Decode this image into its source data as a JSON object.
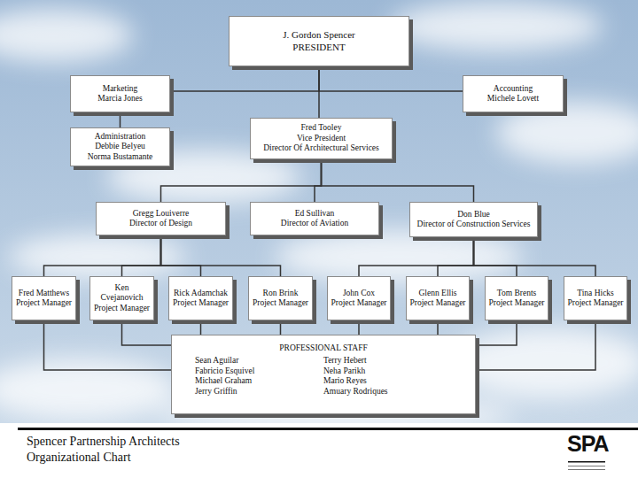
{
  "diagram": {
    "title": "Spencer Partnership Architects Organizational Chart",
    "nodes": [
      {
        "text": [
          "J. Gordon Spencer",
          "PRESIDENT"
        ]
      },
      {
        "text": [
          "Marketing",
          "Marcia Jones"
        ]
      },
      {
        "text": [
          "Accounting",
          "Michele Lovett"
        ]
      },
      {
        "text": [
          "Administration",
          "Debbie Belyeu",
          "Norma Bustamante"
        ]
      },
      {
        "text": [
          "Fred Tooley",
          "Vice President",
          "Director Of Architectural Services"
        ]
      },
      {
        "text": [
          "Gregg Louiverre",
          "Director of Design"
        ]
      },
      {
        "text": [
          "Ed Sullivan",
          "Director of Aviation"
        ]
      },
      {
        "text": [
          "Don Blue",
          "Director of Construction Services"
        ]
      },
      {
        "text": [
          "Fred Matthews",
          "Project Manager"
        ]
      },
      {
        "text": [
          "Ken Cvejanovich",
          "Project Manager"
        ]
      },
      {
        "text": [
          "Rick Adamchak",
          "Project Manager"
        ]
      },
      {
        "text": [
          "Ron Brink",
          "Project Manager"
        ]
      },
      {
        "text": [
          "John Cox",
          "Project Manager"
        ]
      },
      {
        "text": [
          "Glenn Ellis",
          "Project Manager"
        ]
      },
      {
        "text": [
          "Tom Brents",
          "Project Manager"
        ]
      },
      {
        "text": [
          "Tina Hicks",
          "Project Manager"
        ]
      },
      {
        "text": [
          "PROFESSIONAL STAFF",
          "Sean Aguilar",
          "Terry Hebert",
          "Fabricio Esquivel",
          "Neha Parikh",
          "Michael Graham",
          "Mario Reyes",
          "Jerry Griffin",
          "Amuary Rodriques"
        ]
      }
    ],
    "edges": [
      {
        "from": 0,
        "to": 1,
        "arrow": "none"
      },
      {
        "from": 0,
        "to": 2,
        "arrow": "none"
      },
      {
        "from": 0,
        "to": 4,
        "arrow": "none"
      },
      {
        "from": 1,
        "to": 3,
        "arrow": "none"
      },
      {
        "from": 4,
        "to": 5,
        "arrow": "none"
      },
      {
        "from": 4,
        "to": 6,
        "arrow": "none"
      },
      {
        "from": 4,
        "to": 7,
        "arrow": "none"
      },
      {
        "from": 5,
        "to": 8,
        "arrow": "none"
      },
      {
        "from": 5,
        "to": 9,
        "arrow": "none"
      },
      {
        "from": 5,
        "to": 10,
        "arrow": "none"
      },
      {
        "from": 5,
        "to": 11,
        "arrow": "none"
      },
      {
        "from": 7,
        "to": 12,
        "arrow": "none"
      },
      {
        "from": 7,
        "to": 13,
        "arrow": "none"
      },
      {
        "from": 7,
        "to": 14,
        "arrow": "none"
      },
      {
        "from": 7,
        "to": 15,
        "arrow": "none"
      },
      {
        "from": 8,
        "to": 16,
        "arrow": "none"
      },
      {
        "from": 9,
        "to": 16,
        "arrow": "none"
      },
      {
        "from": 10,
        "to": 16,
        "arrow": "none"
      },
      {
        "from": 11,
        "to": 16,
        "arrow": "none"
      },
      {
        "from": 12,
        "to": 16,
        "arrow": "none"
      },
      {
        "from": 13,
        "to": 16,
        "arrow": "none"
      },
      {
        "from": 14,
        "to": 16,
        "arrow": "none"
      },
      {
        "from": 15,
        "to": 16,
        "arrow": "none"
      }
    ],
    "labels": [
      "SPA"
    ]
  }
}
